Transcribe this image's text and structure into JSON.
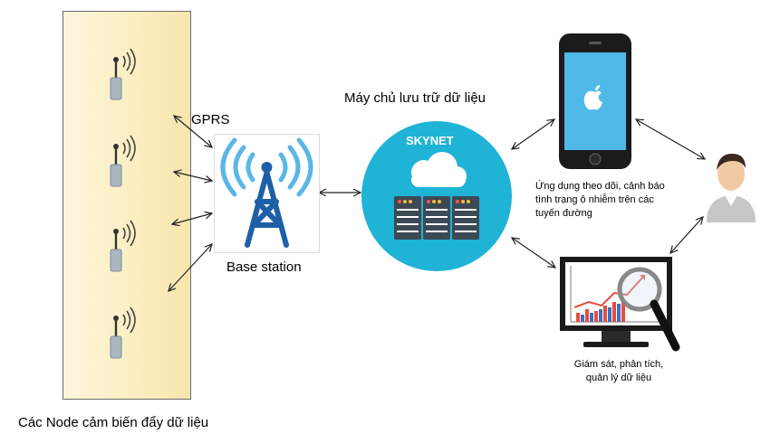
{
  "labels": {
    "gprs": "GPRS",
    "base_station": "Base station",
    "server_title": "Máy chủ lưu trữ dữ liệu",
    "skynet": "SKYNET",
    "app_line1": "Ứng dụng theo dõi, cảnh báo",
    "app_line2": "tình trạng ô nhiễm trên các",
    "app_line3": "tuyến đường",
    "monitor_line1": "Giám sát, phân tích,",
    "monitor_line2": "quản lý dữ liệu",
    "nodes_caption": "Các Node cảm biến đẩy dữ liệu"
  },
  "icons": {
    "sensor": "sensor-node-icon",
    "tower": "radio-tower-icon",
    "cloud_server": "cloud-server-icon",
    "phone": "smartphone-icon",
    "apple": "apple-logo-icon",
    "user": "user-avatar-icon",
    "monitor": "analytics-monitor-icon"
  },
  "colors": {
    "node_panel": "#fbeec2",
    "tower_blue": "#1e5fa8",
    "wave_blue": "#5bb6e8",
    "server_circle": "#1fb3d6",
    "server_dark": "#3d4a55",
    "phone_screen": "#4fb9e8"
  }
}
